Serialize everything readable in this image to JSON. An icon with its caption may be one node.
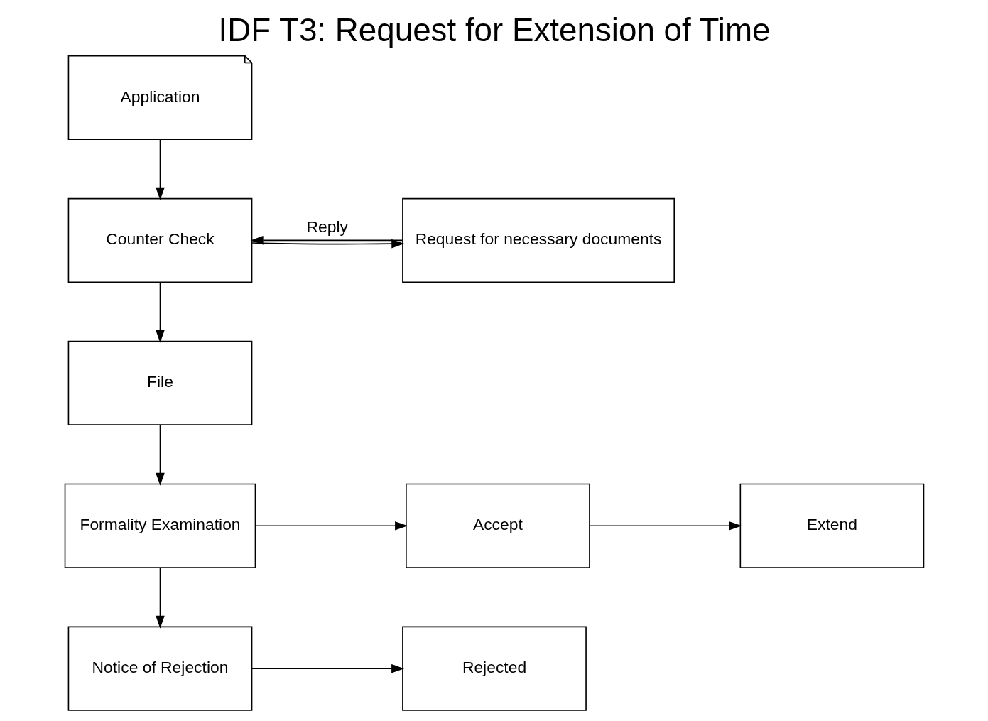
{
  "diagram": {
    "title": "IDF T3: Request for Extension of Time",
    "nodes": [
      {
        "text": [
          "Application"
        ]
      },
      {
        "text": [
          "Counter Check"
        ]
      },
      {
        "text": [
          "Request for necessary documents"
        ]
      },
      {
        "text": [
          "File"
        ]
      },
      {
        "text": [
          "Formality Examination"
        ]
      },
      {
        "text": [
          "Accept"
        ]
      },
      {
        "text": [
          "Notice of Rejection"
        ]
      },
      {
        "text": [
          "Extend"
        ]
      },
      {
        "text": [
          "Rejected"
        ]
      }
    ],
    "edges": [
      {
        "from": 0,
        "to": 1,
        "arrow": "to"
      },
      {
        "from": 1,
        "to": 2,
        "arrow": "to"
      },
      {
        "from": 2,
        "to": 1,
        "arrow": "to",
        "label": "Reply"
      },
      {
        "from": 1,
        "to": 3,
        "arrow": "to"
      },
      {
        "from": 3,
        "to": 4,
        "arrow": "to"
      },
      {
        "from": 4,
        "to": 5,
        "arrow": "to"
      },
      {
        "from": 4,
        "to": 6,
        "arrow": "to"
      },
      {
        "from": 5,
        "to": 7,
        "arrow": "to"
      },
      {
        "from": 6,
        "to": 8,
        "arrow": "to"
      }
    ]
  }
}
